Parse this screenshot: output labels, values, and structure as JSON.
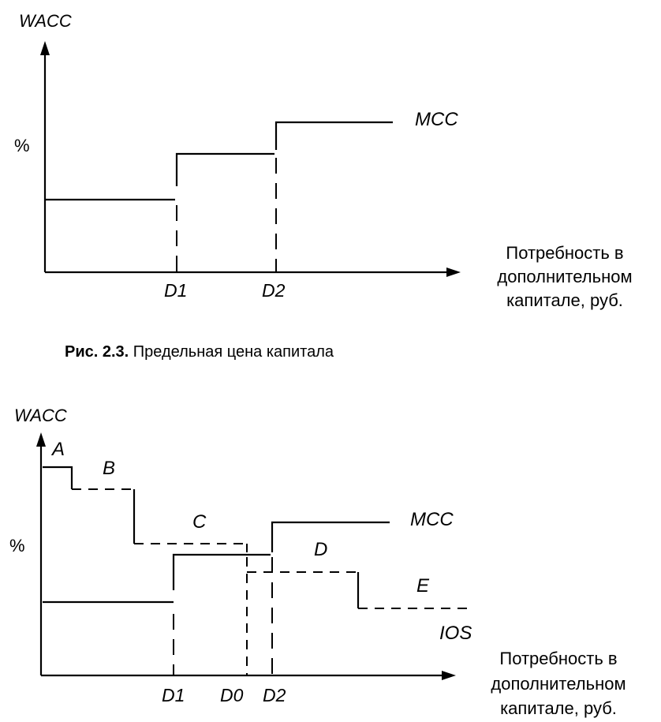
{
  "figure1": {
    "y_axis_label": "WACC",
    "y_unit": "%",
    "x_axis_label_lines": [
      "Потребность в",
      "дополнительном",
      "капитале, руб."
    ],
    "tick_d1": "D1",
    "tick_d2": "D2",
    "curve_label": "MCC",
    "caption_prefix": "Рис. 2.3.",
    "caption_text": " Предельная цена капитала"
  },
  "figure2": {
    "y_axis_label": "WACC",
    "y_unit": "%",
    "x_axis_label_lines": [
      "Потребность в",
      "дополнительном",
      "капитале, руб."
    ],
    "tick_d1": "D1",
    "tick_d0": "D0",
    "tick_d2": "D2",
    "mcc_label": "MCC",
    "ios_label": "IOS",
    "point_a": "A",
    "point_b": "B",
    "point_c": "C",
    "point_d": "D",
    "point_e": "E"
  }
}
